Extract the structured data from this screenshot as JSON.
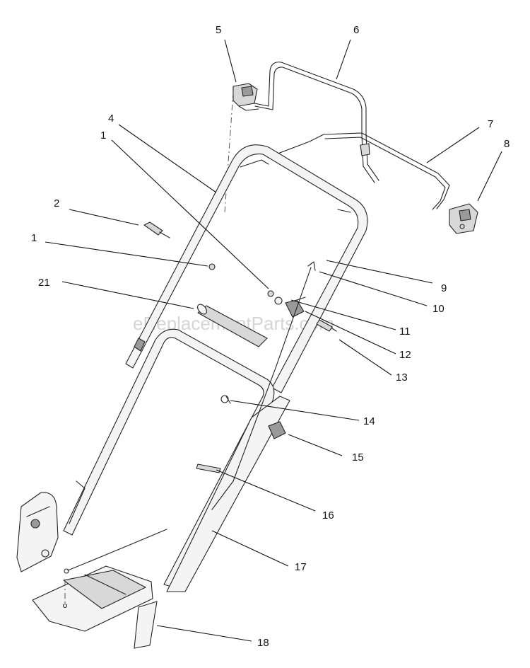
{
  "watermark": "eReplacementParts.com",
  "callouts": [
    {
      "id": "c5",
      "label": "5"
    },
    {
      "id": "c6",
      "label": "6"
    },
    {
      "id": "c4",
      "label": "4"
    },
    {
      "id": "c1a",
      "label": "1"
    },
    {
      "id": "c7",
      "label": "7"
    },
    {
      "id": "c8",
      "label": "8"
    },
    {
      "id": "c2",
      "label": "2"
    },
    {
      "id": "c1b",
      "label": "1"
    },
    {
      "id": "c21",
      "label": "21"
    },
    {
      "id": "c9",
      "label": "9"
    },
    {
      "id": "c10",
      "label": "10"
    },
    {
      "id": "c11",
      "label": "11"
    },
    {
      "id": "c12",
      "label": "12"
    },
    {
      "id": "c13",
      "label": "13"
    },
    {
      "id": "c14",
      "label": "14"
    },
    {
      "id": "c15",
      "label": "15"
    },
    {
      "id": "c16",
      "label": "16"
    },
    {
      "id": "c17",
      "label": "17"
    },
    {
      "id": "c18",
      "label": "18"
    }
  ]
}
